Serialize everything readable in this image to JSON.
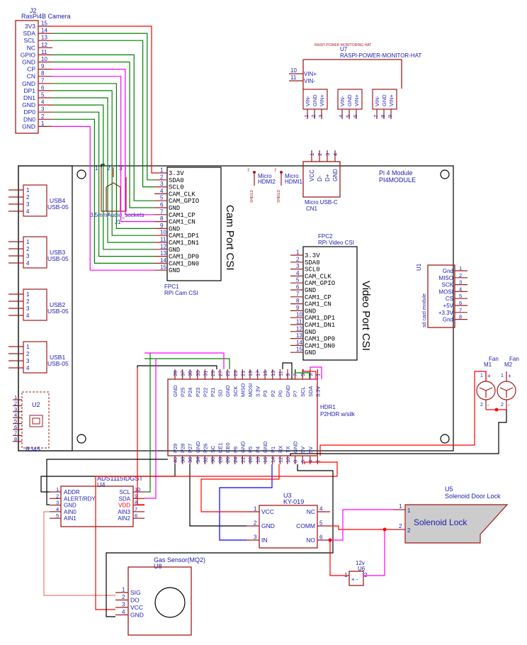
{
  "j2": {
    "ref": "J2",
    "name": "RasPi4B Camera",
    "pins": [
      {
        "name": "3V3",
        "num": "15"
      },
      {
        "name": "SDA",
        "num": "14"
      },
      {
        "name": "SCL",
        "num": "13"
      },
      {
        "name": "NC",
        "num": "12"
      },
      {
        "name": "GPIO",
        "num": "11"
      },
      {
        "name": "GND",
        "num": "10"
      },
      {
        "name": "CP",
        "num": "9"
      },
      {
        "name": "CN",
        "num": "8"
      },
      {
        "name": "GND",
        "num": "7"
      },
      {
        "name": "DP1",
        "num": "6"
      },
      {
        "name": "DN1",
        "num": "5"
      },
      {
        "name": "GND",
        "num": "4"
      },
      {
        "name": "DP0",
        "num": "3"
      },
      {
        "name": "DN0",
        "num": "2"
      },
      {
        "name": "GND",
        "num": "1"
      }
    ]
  },
  "u7": {
    "small": "RASPI POWER MONITORING HAT",
    "ref": "U7",
    "name": "RASPI-POWER-MONITOR-HAT",
    "vin": [
      {
        "num": "10",
        "name": "VIN+"
      },
      {
        "num": "11",
        "name": "VIN-"
      }
    ],
    "groups": [
      {
        "labels": [
          "VIN-",
          "GND",
          "VIN+"
        ],
        "nums": [
          "1",
          "2",
          "3"
        ]
      },
      {
        "labels": [
          "VIN-",
          "GND",
          "VIN+"
        ],
        "nums": [
          "4",
          "5",
          "6"
        ]
      },
      {
        "labels": [
          "VIN-",
          "GND",
          "VIN+"
        ],
        "nums": [
          "7",
          "8",
          "9"
        ]
      }
    ]
  },
  "cn1": {
    "labels": [
      "VCC",
      "D-",
      "D+",
      "GND"
    ],
    "nums": [
      "1",
      "2",
      "3",
      "4"
    ],
    "name": "Micro USB-C",
    "ref": "CN1"
  },
  "hdmi": [
    {
      "ref": "H1",
      "name": "Micro HDMI2",
      "shield": "SHEILD"
    },
    {
      "ref": "H1",
      "name": "Micro HDMI1",
      "shield": "SHEILD"
    }
  ],
  "pi4": {
    "name": "Pi 4 Module",
    "ref": "PI4MODULE"
  },
  "fpc1": {
    "title": "Cam Port CSI",
    "ref": "FPC1",
    "name": "RPi Cam CSI",
    "pins": [
      "3.3V",
      "SDA0",
      "SCL0",
      "CAM_CLK",
      "CAM_GPIO",
      "GND",
      "CAM1_CP",
      "CAM1_CN",
      "GND",
      "CAM1_DP1",
      "CAM1_DN1",
      "GND",
      "CAM1_DP0",
      "CAM1_DN0",
      "GND"
    ],
    "nums": [
      "1",
      "2",
      "3",
      "4",
      "5",
      "6",
      "7",
      "8",
      "9",
      "10",
      "11",
      "12",
      "13",
      "14",
      "15"
    ]
  },
  "fpc2": {
    "title": "Video Port CSI",
    "ref": "FPC2",
    "name": "RPi Video CSI",
    "pins": [
      "3.3V",
      "SDA0",
      "SCL0",
      "CAM_CLK",
      "CAM_GPIO",
      "GND",
      "CAM1_CP",
      "CAM1_CN",
      "GND",
      "CAM1_DP1",
      "CAM1_DN1",
      "GND",
      "CAM1_DP0",
      "CAM1_DN0",
      "GND"
    ],
    "nums": [
      "1",
      "2",
      "3",
      "4",
      "5",
      "6",
      "7",
      "8",
      "9",
      "10",
      "11",
      "12",
      "13",
      "14",
      "15"
    ]
  },
  "j1": {
    "name": "3.5mmAudio_sockets",
    "ref": "J1",
    "nums": [
      "1",
      "2",
      "3"
    ]
  },
  "usb": [
    {
      "name": "USB4",
      "pkg": "USB-05",
      "pins": [
        "1",
        "2",
        "3",
        "4"
      ]
    },
    {
      "name": "USB3",
      "pkg": "USB-05",
      "pins": [
        "1",
        "2",
        "3",
        "4"
      ]
    },
    {
      "name": "USB2",
      "pkg": "USB-05",
      "pins": [
        "1",
        "2",
        "3",
        "4"
      ]
    },
    {
      "name": "USB1",
      "pkg": "USB-05",
      "pins": [
        "1",
        "2",
        "3",
        "4"
      ]
    }
  ],
  "u2": {
    "ref": "U2",
    "name": "RJ45",
    "pins": [
      "1",
      "2",
      "3",
      "4",
      "5",
      "6",
      "7",
      "8"
    ]
  },
  "u1": {
    "ref": "U1",
    "name": "sd card module",
    "pins": [
      {
        "name": "Gnd",
        "num": "1"
      },
      {
        "name": "MISO",
        "num": "2"
      },
      {
        "name": "SCK",
        "num": "3"
      },
      {
        "name": "MOSI",
        "num": "4"
      },
      {
        "name": "CS",
        "num": "5"
      },
      {
        "name": "+5V",
        "num": "6"
      },
      {
        "name": "+3.3V",
        "num": "7"
      },
      {
        "name": "Gnd",
        "num": "8"
      }
    ]
  },
  "fans": [
    {
      "name": "Fan",
      "ref": "M1",
      "plus": "+",
      "minus": "-",
      "p1": "1",
      "p2": "2"
    },
    {
      "name": "Fan",
      "ref": "M2",
      "plus": "+",
      "minus": "-",
      "p1": "1",
      "p2": "2"
    }
  ],
  "hdr1": {
    "ref": "HDR1",
    "name": "P2HDR w/silk",
    "top": [
      "GND",
      "P25",
      "P24",
      "P23",
      "P22",
      "P21",
      "SD",
      "GND",
      "SCK",
      "MISO",
      "MOSI",
      "3.3V",
      "P3",
      "P2",
      "P0",
      "GND",
      "P7",
      "SCL",
      "SDA",
      "3.3V"
    ],
    "topnums": [
      "39",
      "37",
      "35",
      "33",
      "31",
      "29",
      "27",
      "25",
      "23",
      "21",
      "19",
      "17",
      "15",
      "13",
      "11",
      "9",
      "7",
      "5",
      "3",
      "1"
    ],
    "bottom": [
      "P29",
      "P28",
      "P27",
      "GND",
      "P26",
      "SC",
      "CE1",
      "CE0",
      "P6",
      "GND",
      "P5",
      "P4",
      "GND",
      "P1",
      "RX",
      "TX",
      "GND",
      "5V",
      "5V"
    ],
    "bottomnums": [
      "40",
      "38",
      "36",
      "34",
      "32",
      "30",
      "28",
      "26",
      "24",
      "22",
      "20",
      "18",
      "16",
      "14",
      "12",
      "10",
      "8",
      "6",
      "4",
      "2"
    ]
  },
  "u4": {
    "name": "ADS1115IDGST",
    "ref": "U4",
    "left": [
      {
        "num": "1",
        "name": "ADDR"
      },
      {
        "num": "2",
        "name": "ALERT/RDY"
      },
      {
        "num": "3",
        "name": "GND"
      },
      {
        "num": "4",
        "name": "AIN0"
      },
      {
        "num": "5",
        "name": "AIN1"
      }
    ],
    "right": [
      {
        "num": "10",
        "name": "SCL"
      },
      {
        "num": "9",
        "name": "SDA"
      },
      {
        "num": "8",
        "name": "VDD"
      },
      {
        "num": "7",
        "name": "AIN3"
      },
      {
        "num": "6",
        "name": "AIN2"
      }
    ]
  },
  "u3": {
    "ref": "U3",
    "name": "KY-019",
    "left": [
      {
        "num": "1",
        "name": "VCC"
      },
      {
        "num": "2",
        "name": "GND"
      },
      {
        "num": "3",
        "name": "IN"
      }
    ],
    "right": [
      {
        "num": "4",
        "name": "NC"
      },
      {
        "num": "5",
        "name": "COMM"
      },
      {
        "num": "6",
        "name": "NO"
      }
    ]
  },
  "u5": {
    "ref": "U5",
    "name": "Solenoid Door Lock",
    "label": "Solenoid Lock",
    "p1": "1",
    "p2": "2"
  },
  "u6": {
    "volt": "12v",
    "ref": "U6",
    "p1": "1",
    "p2": "2",
    "symbol": "+ -"
  },
  "u8": {
    "name": "Gas Sensor(MQ2)",
    "ref": "U8",
    "pins": [
      {
        "num": "1",
        "name": "SIG"
      },
      {
        "num": "2",
        "name": "DO"
      },
      {
        "num": "3",
        "name": "VCC"
      },
      {
        "num": "4",
        "name": "GND"
      }
    ]
  },
  "colors": {
    "component": "#9e1b1b",
    "text": "#1b1bb0",
    "red": "#ff0000",
    "green": "#008000",
    "magenta": "#ff00ff",
    "blue": "#0000ff",
    "salmon": "#f08060",
    "fill": "#cccccc"
  }
}
